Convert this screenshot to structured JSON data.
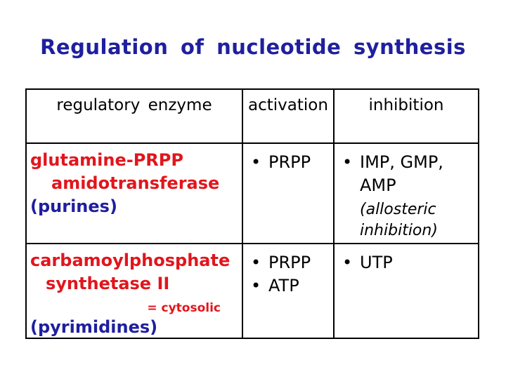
{
  "title": "Regulation of nucleotide synthesis",
  "icons": {
    "bullet": "•"
  },
  "colors": {
    "title_blue": "#1f1f9f",
    "enzyme_red": "#e2151c",
    "text_black": "#000000",
    "table_border": "#000000",
    "background": "#ffffff"
  },
  "table": {
    "headers": [
      "regulatory enzyme",
      "activation",
      "inhibition"
    ],
    "row1": {
      "enzyme_line1": "glutamine-PRPP",
      "enzyme_line2": "amidotransferase",
      "pathway_label": "(purines)",
      "activation_item1": "PRPP",
      "inhibition_item1_line1": "IMP, GMP,",
      "inhibition_item1_line2": "AMP",
      "inhibition_note_line1": "(allosteric",
      "inhibition_note_line2": "inhibition)"
    },
    "row2": {
      "enzyme_line1": "carbamoylphosphate",
      "enzyme_line2": "synthetase II",
      "enzyme_note": "= cytosolic",
      "pathway_label": "(pyrimidines)",
      "activation_item1": "PRPP",
      "activation_item2": "ATP",
      "inhibition_item1": "UTP"
    }
  }
}
